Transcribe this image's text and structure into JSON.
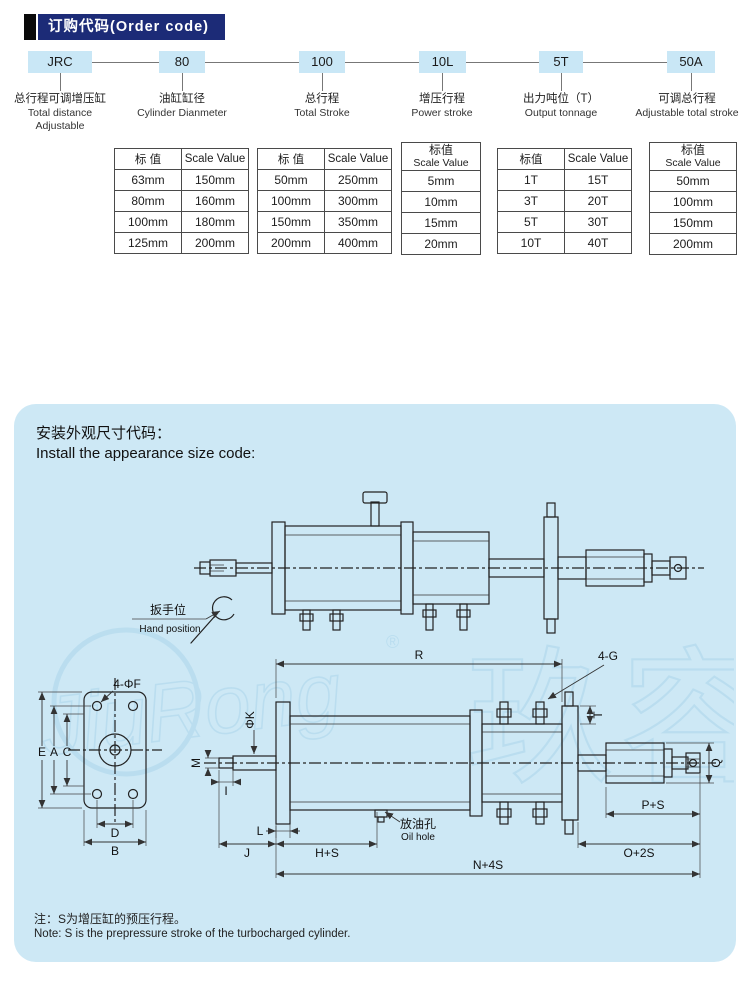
{
  "header": {
    "title": "订购代码(Order code)"
  },
  "order_code": {
    "segments": [
      {
        "code": "JRC",
        "label_cn": "总行程可调增压缸",
        "label_en": "Total distance",
        "label_en2": "Adjustable"
      },
      {
        "code": "80",
        "label_cn": "油缸缸径",
        "label_en": "Cylinder Dianmeter"
      },
      {
        "code": "100",
        "label_cn": "总行程",
        "label_en": "Total Stroke"
      },
      {
        "code": "10L",
        "label_cn": "增压行程",
        "label_en": "Power stroke"
      },
      {
        "code": "5T",
        "label_cn": "出力吨位（T）",
        "label_en": "Output tonnage"
      },
      {
        "code": "50A",
        "label_cn": "可调总行程",
        "label_en": "Adjustable total stroke"
      }
    ]
  },
  "tables": [
    {
      "id": "cylinder-diameter",
      "header_cn": "标 值",
      "header_en": "Scale Value",
      "rows": [
        [
          "63mm",
          "150mm"
        ],
        [
          "80mm",
          "160mm"
        ],
        [
          "100mm",
          "180mm"
        ],
        [
          "125mm",
          "200mm"
        ]
      ]
    },
    {
      "id": "total-stroke",
      "header_cn": "标 值",
      "header_en": "Scale Value",
      "rows": [
        [
          "50mm",
          "250mm"
        ],
        [
          "100mm",
          "300mm"
        ],
        [
          "150mm",
          "350mm"
        ],
        [
          "200mm",
          "400mm"
        ]
      ]
    },
    {
      "id": "power-stroke",
      "header_cn": "标值",
      "header_en": "Scale Value",
      "rows": [
        "5mm",
        "10mm",
        "15mm",
        "20mm"
      ]
    },
    {
      "id": "output-tonnage",
      "header_cn": "标值",
      "header_en": "Scale Value",
      "rows": [
        [
          "1T",
          "15T"
        ],
        [
          "3T",
          "20T"
        ],
        [
          "5T",
          "30T"
        ],
        [
          "10T",
          "40T"
        ]
      ]
    },
    {
      "id": "adjustable-total-stroke",
      "header_cn": "标值",
      "header_en": "Scale Value",
      "rows": [
        "50mm",
        "100mm",
        "150mm",
        "200mm"
      ]
    }
  ],
  "install": {
    "title_cn": "安装外观尺寸代码：",
    "title_en": "Install the appearance size code:",
    "hand_position_cn": "扳手位",
    "hand_position_en": "Hand position",
    "oil_hole_cn": "放油孔",
    "oil_hole_en": "Oil hole",
    "dims": {
      "r": "R",
      "fourG": "4-G",
      "fourF": "4-ΦF",
      "phiK": "ΦK",
      "e": "E",
      "a": "A",
      "c": "C",
      "m": "M",
      "i": "I",
      "d": "D",
      "b": "B",
      "j": "J",
      "l": "L",
      "hs": "H+S",
      "ps": "P+S",
      "o2s": "O+2S",
      "n4s": "N+4S",
      "q": "Q",
      "t": "T"
    },
    "note_cn": "注：S为增压缸的预压行程。",
    "note_en": "Note: S is the prepressure stroke of the turbocharged cylinder.",
    "watermark": "玖容",
    "logo_script": "JiuRong",
    "reg": "®"
  },
  "colors": {
    "header_navy": "#1c2b77",
    "box_blue": "#c9e7f6",
    "panel_blue": "#cde8f5",
    "watermark_blue": "#a9d4ea"
  }
}
